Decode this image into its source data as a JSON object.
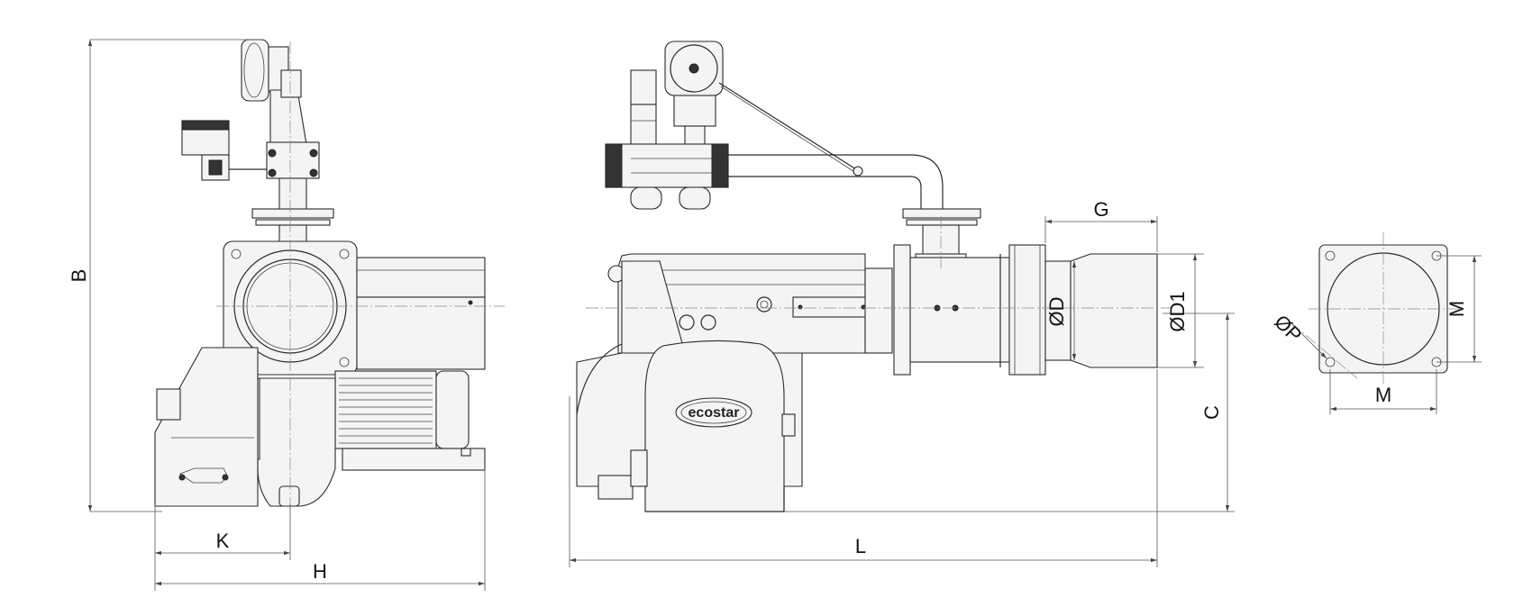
{
  "labels": {
    "B": "B",
    "K": "K",
    "H": "H",
    "G": "G",
    "D": "ØD",
    "D1": "ØD1",
    "C": "C",
    "L": "L",
    "P": "ØP",
    "M_vertical": "M",
    "M_horizontal": "M"
  },
  "logo": {
    "brand": "ecostar"
  },
  "colors": {
    "line": "#2a2a2a",
    "dimension": "#555555",
    "centerline": "#888888"
  }
}
